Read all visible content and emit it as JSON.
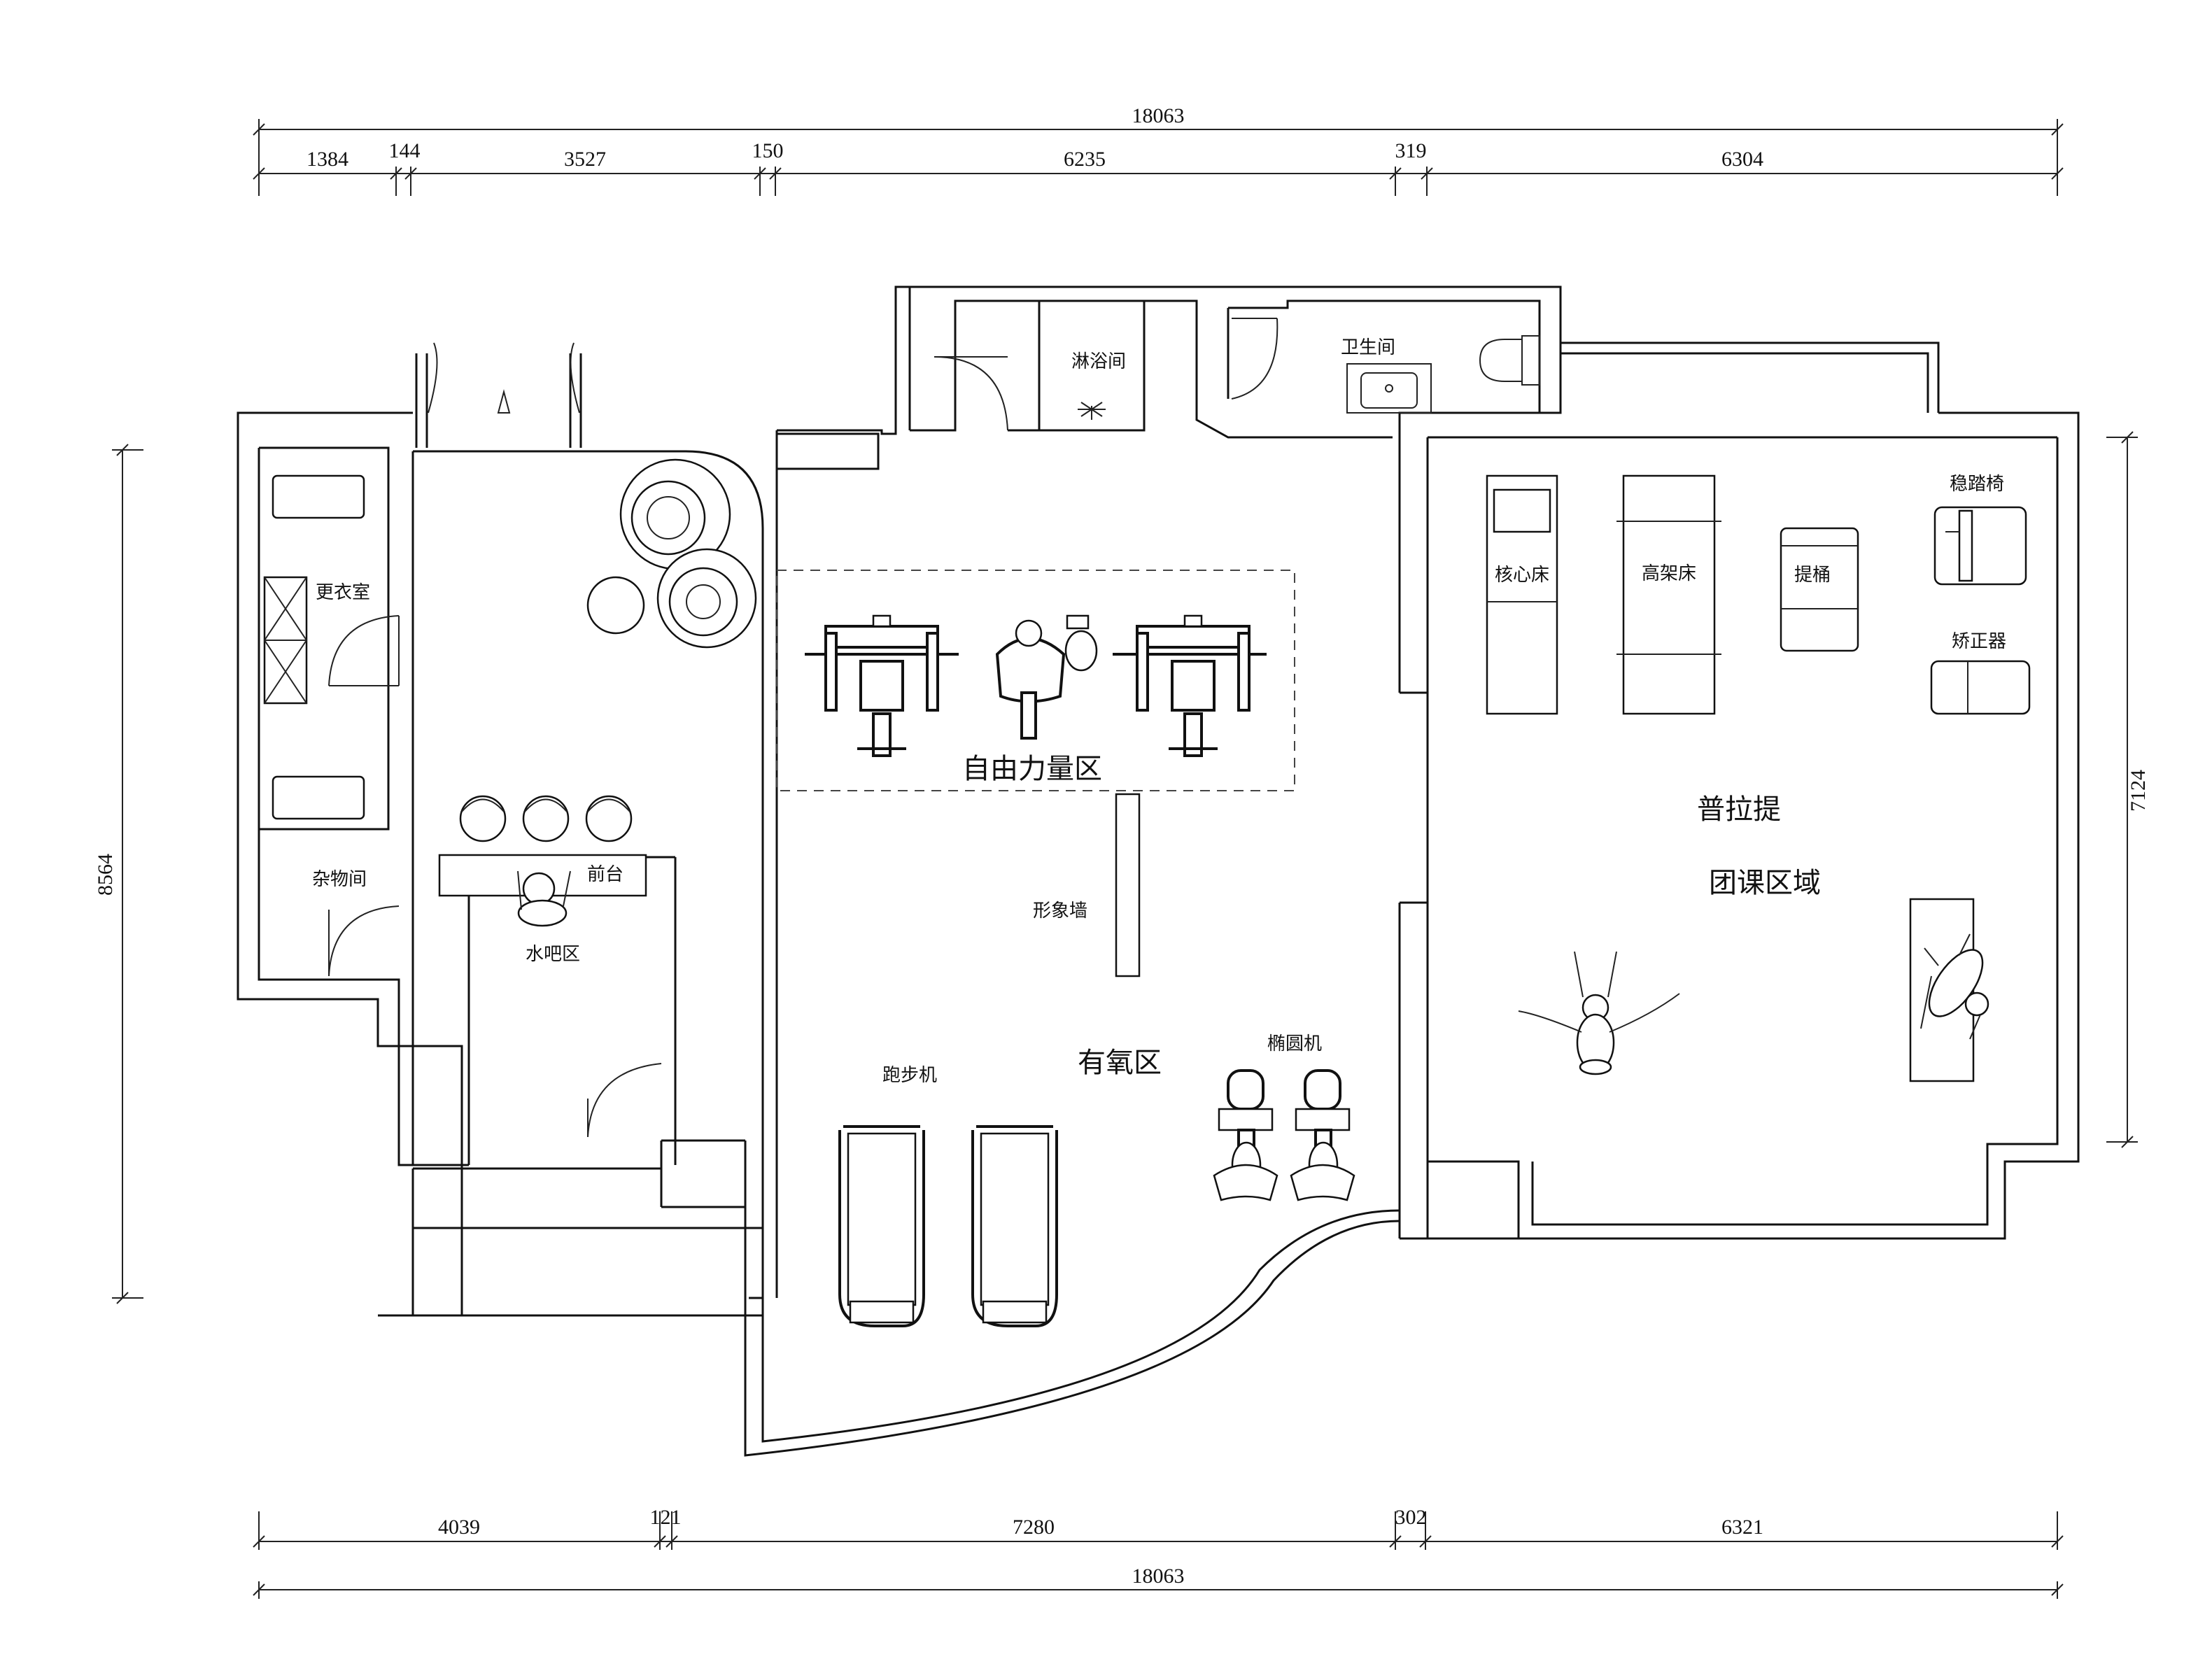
{
  "dimensions": {
    "top_total": "18063",
    "top_segments": [
      "1384",
      "144",
      "3527",
      "150",
      "6235",
      "319",
      "6304"
    ],
    "bottom_segments": [
      "4039",
      "121",
      "7280",
      "302",
      "6321"
    ],
    "bottom_total": "18063",
    "left_height": "8564",
    "right_height": "7124"
  },
  "rooms": {
    "shower": "淋浴间",
    "toilet": "卫生间",
    "locker": "更衣室",
    "storage": "杂物间",
    "front_desk": "前台",
    "water_bar": "水吧区",
    "free_weights": "自由力量区",
    "image_wall": "形象墙",
    "cardio": "有氧区",
    "treadmill": "跑步机",
    "elliptical": "椭圆机",
    "pilates_1": "普拉提",
    "pilates_2": "团课区域",
    "core_bed": "核心床",
    "cadillac": "高架床",
    "barrel": "提桶",
    "wunda_chair": "稳踏椅",
    "corrector": "矫正器"
  }
}
